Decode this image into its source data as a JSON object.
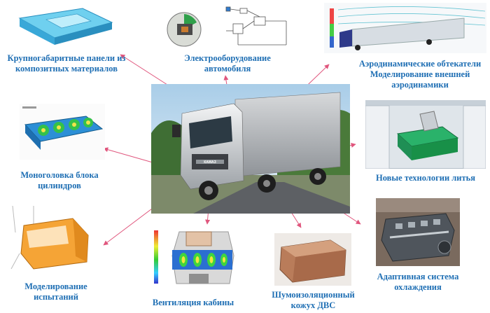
{
  "center": {
    "badge": "КАМАЗ"
  },
  "captions": {
    "composite": "Крупногабаритные панели из композитных материалов",
    "electro": "Электрооборудование автомобиля",
    "aero": "Аэродинамические обтекатели Моделирование внешней аэродинамики",
    "cylinder": "Моноголовка блока цилиндров",
    "casting": "Новые технологии литья",
    "testing": "Моделирование испытаний",
    "ventilation": "Вентиляция кабины",
    "noise": "Шумоизоляционный кожух ДВС",
    "cooling": "Адаптивная система охлаждения"
  },
  "colors": {
    "caption": "#1f6fb4",
    "arrow": "#e0567d"
  }
}
